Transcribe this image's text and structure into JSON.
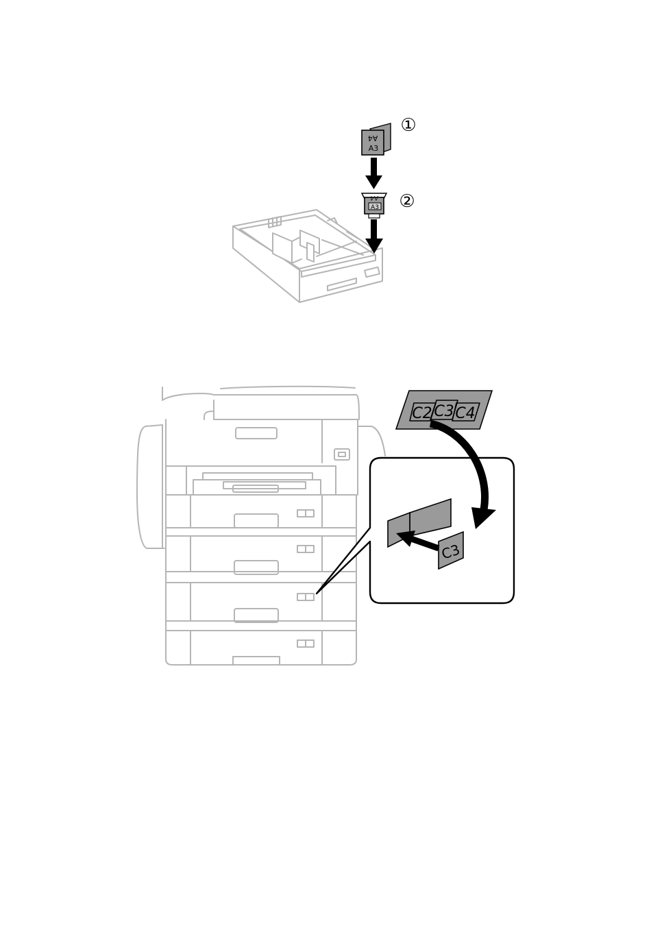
{
  "step1": {
    "marker": "①",
    "label_top": "A4",
    "label_bottom": "A3"
  },
  "step2": {
    "marker": "②",
    "label_top": "A4",
    "label_bottom": "A3"
  },
  "label_sheet": {
    "items": [
      "C2",
      "C3",
      "C4"
    ]
  },
  "detail": {
    "label": "C3"
  },
  "colors": {
    "outline": "#b5b5b5",
    "label_fill": "#9a9a9a",
    "ink": "#000000"
  }
}
